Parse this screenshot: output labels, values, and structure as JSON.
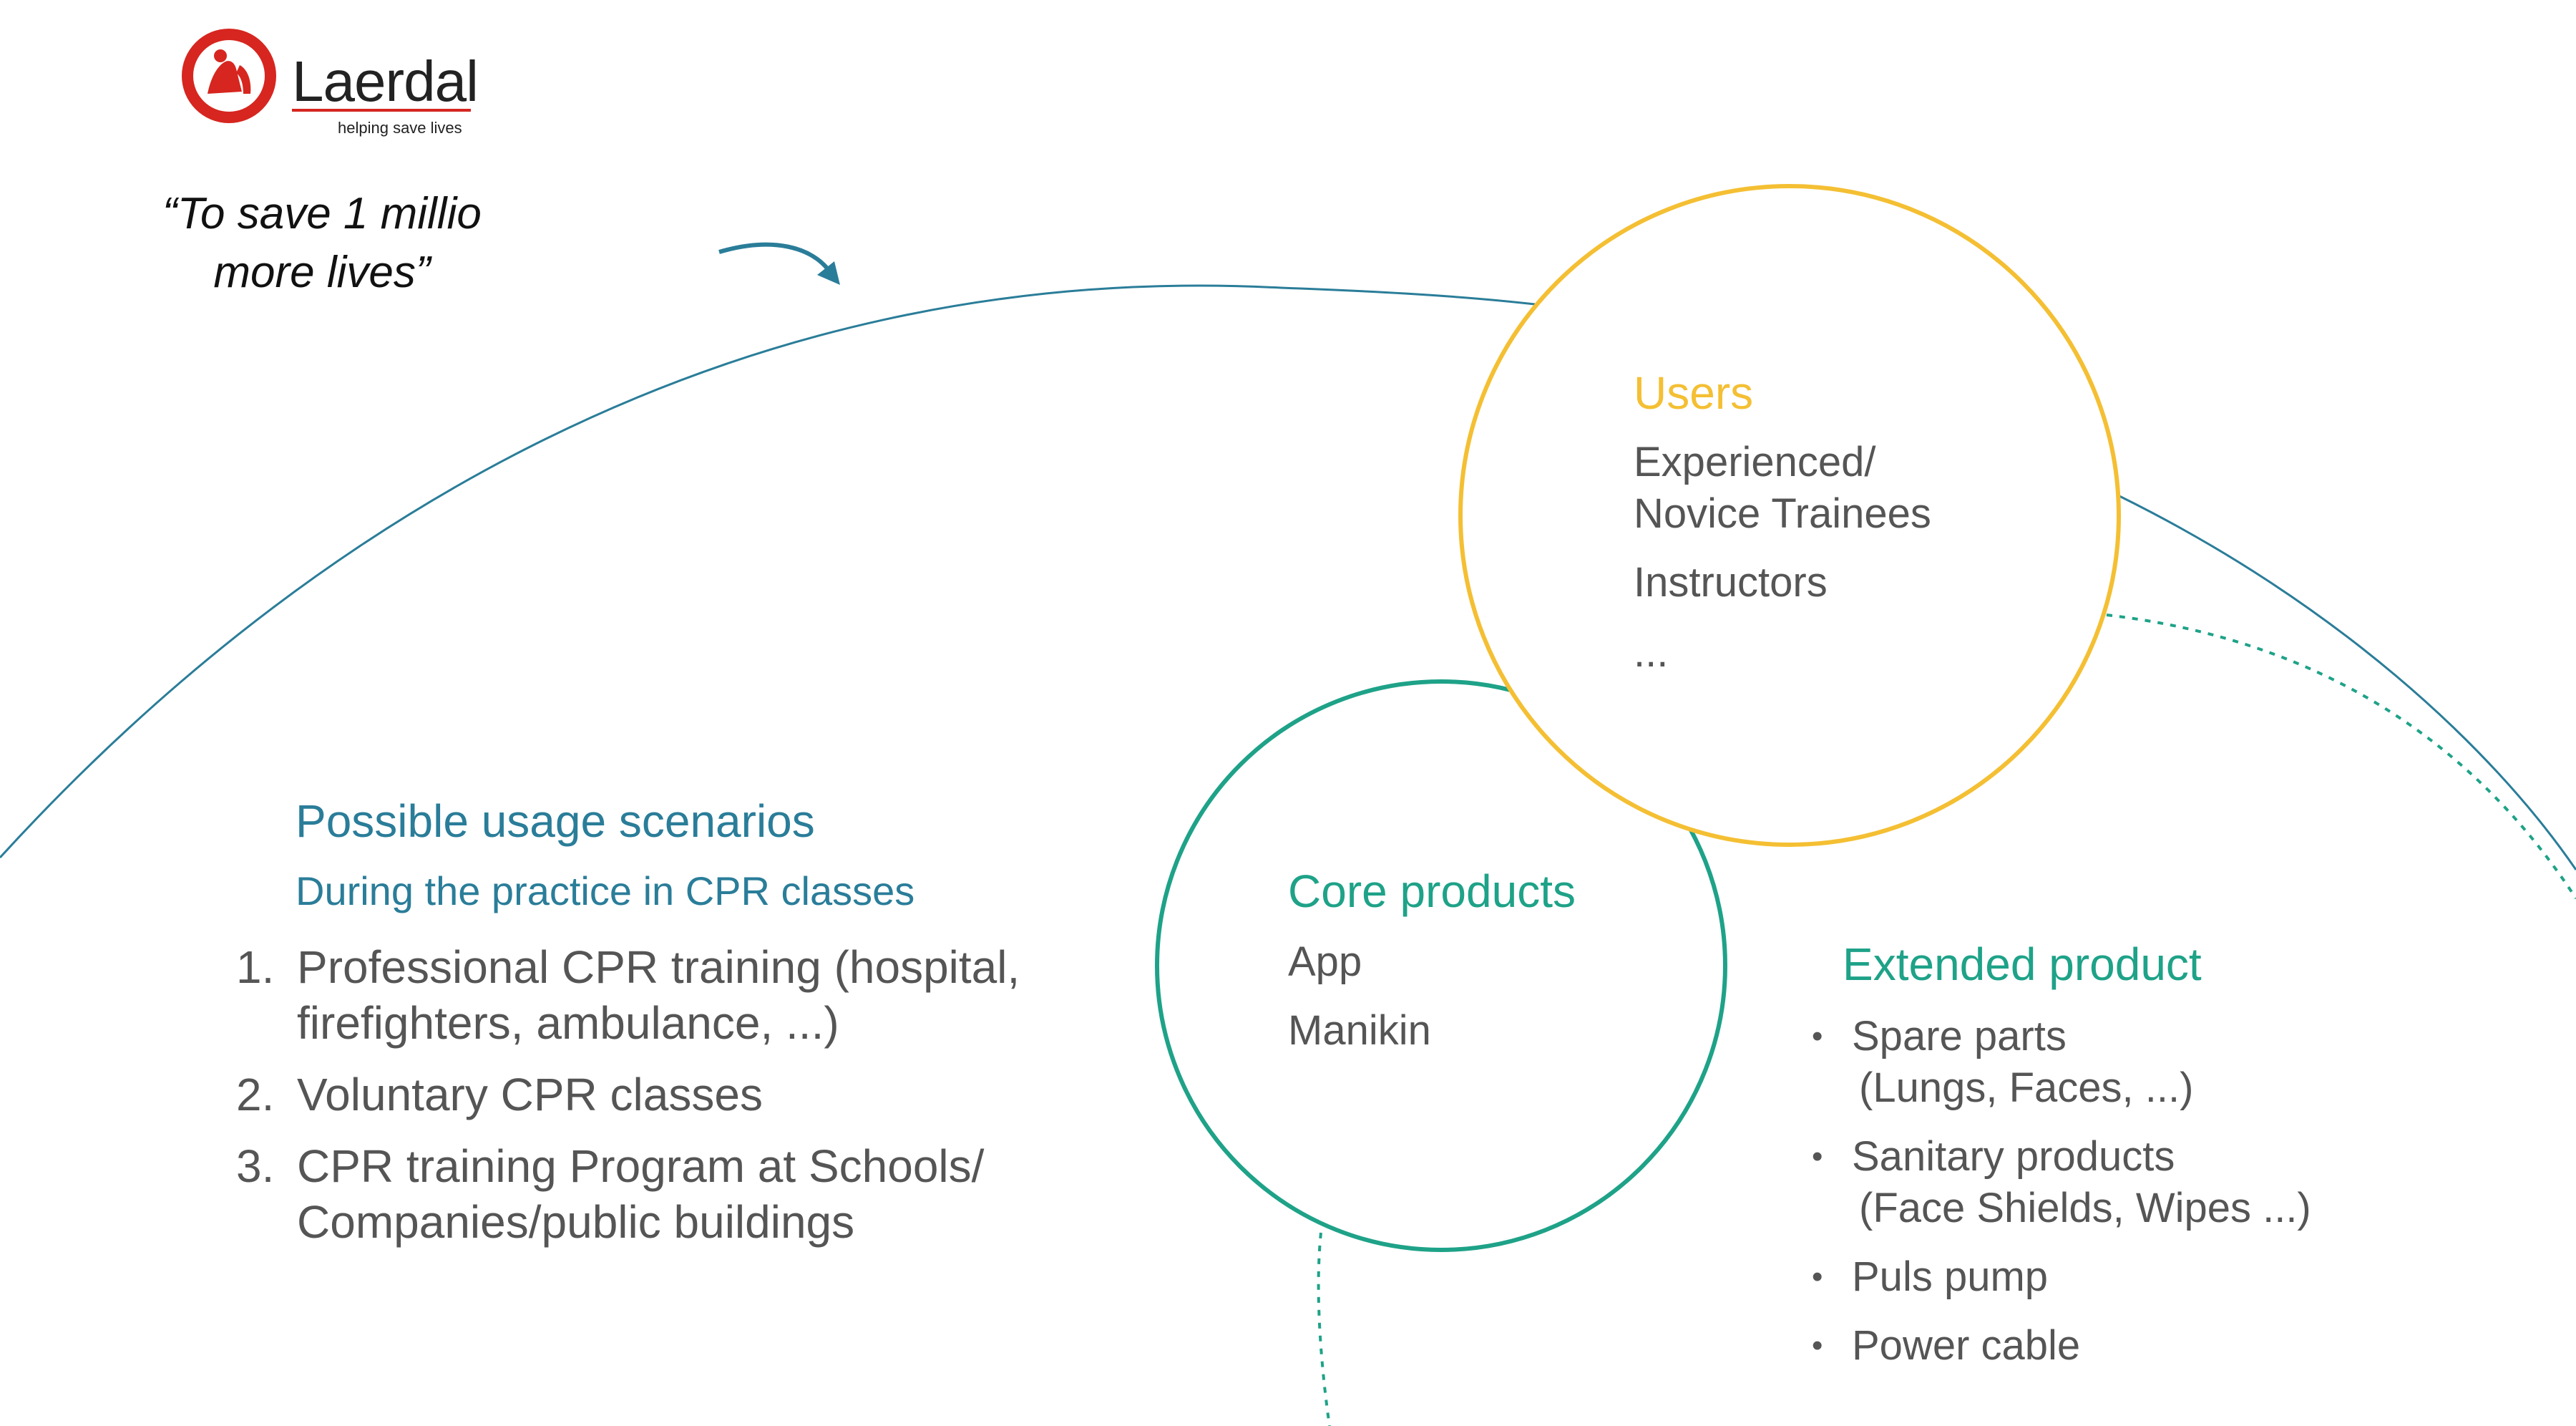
{
  "brand": {
    "name": "Laerdal",
    "tagline": "helping save lives",
    "logo_icon": "laerdal-logo-icon",
    "brand_red": "#d6261f"
  },
  "quote": {
    "line1": "“To save 1 millio",
    "line2": "more lives”"
  },
  "users": {
    "heading": "Users",
    "items": [
      "Experienced/",
      "Novice Trainees",
      "Instructors",
      "..."
    ]
  },
  "core": {
    "heading": "Core products",
    "items": [
      "App",
      "Manikin"
    ]
  },
  "extended": {
    "heading": "Extended product",
    "items": [
      {
        "label": "Spare parts",
        "sub": "(Lungs, Faces, ...)"
      },
      {
        "label": "Sanitary products",
        "sub": "(Face Shields, Wipes ...)"
      },
      {
        "label": "Puls pump",
        "sub": ""
      },
      {
        "label": "Power cable",
        "sub": ""
      }
    ]
  },
  "scenarios": {
    "heading": "Possible usage scenarios",
    "subheading": "During the practice in CPR classes",
    "items": [
      {
        "num": "1.",
        "line1": "Professional CPR training (hospital,",
        "line2": "firefighters, ambulance, ...)"
      },
      {
        "num": "2.",
        "line1": "Voluntary CPR classes",
        "line2": ""
      },
      {
        "num": "3.",
        "line1": "CPR training Program at Schools/",
        "line2": "Companies/public buildings"
      }
    ]
  },
  "colors": {
    "blue": "#2a7d99",
    "yellow": "#f4bf33",
    "green": "#1ea288",
    "text_grey": "#555555"
  }
}
